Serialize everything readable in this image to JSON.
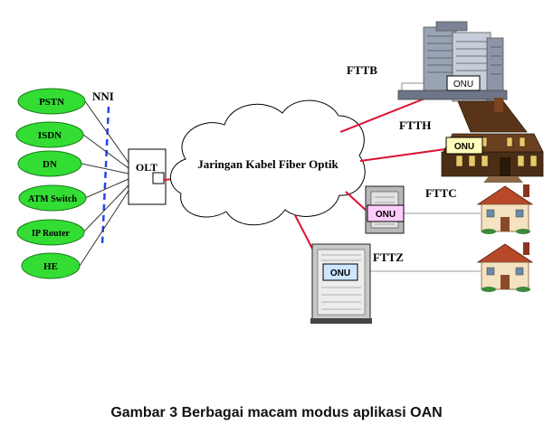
{
  "interface_label": "NNI",
  "services": [
    "PSTN",
    "ISDN",
    "DN",
    "ATM Switch",
    "IP Router",
    "HE"
  ],
  "olt_label": "OLT",
  "network_label": "Jaringan Kabel Fiber Optik",
  "onu_label": "ONU",
  "branches": {
    "fttb": "FTTB",
    "ftth": "FTTH",
    "fttc": "FTTC",
    "fttz": "FTTZ"
  },
  "caption": "Gambar 3 Berbagai macam modus aplikasi OAN",
  "colors": {
    "service_fill": "#33dd33",
    "service_stroke": "#1a7a1a",
    "nni_line": "#2244ee",
    "fiber_line": "#dd1133",
    "onu_fttb_fill": "#ffffff",
    "onu_ftth_fill": "#ffffbb",
    "onu_fttc_fill": "#ffccff",
    "onu_fttz_fill": "#cce6ff"
  }
}
